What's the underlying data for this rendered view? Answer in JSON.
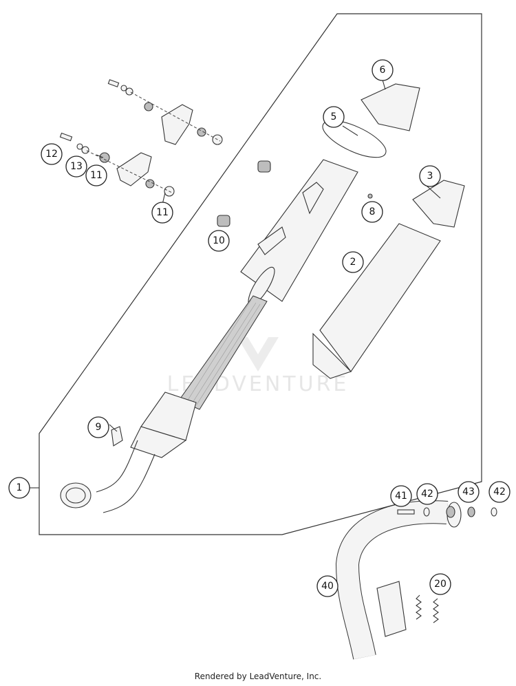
{
  "callouts": [
    {
      "id": "c1",
      "label": "1"
    },
    {
      "id": "c2",
      "label": "2"
    },
    {
      "id": "c3",
      "label": "3"
    },
    {
      "id": "c5",
      "label": "5"
    },
    {
      "id": "c6",
      "label": "6"
    },
    {
      "id": "c8",
      "label": "8"
    },
    {
      "id": "c9",
      "label": "9"
    },
    {
      "id": "c10",
      "label": "10"
    },
    {
      "id": "c11a",
      "label": "11"
    },
    {
      "id": "c11b",
      "label": "11"
    },
    {
      "id": "c12",
      "label": "12"
    },
    {
      "id": "c13",
      "label": "13"
    },
    {
      "id": "c20",
      "label": "20"
    },
    {
      "id": "c40",
      "label": "40"
    },
    {
      "id": "c41",
      "label": "41"
    },
    {
      "id": "c42a",
      "label": "42"
    },
    {
      "id": "c42b",
      "label": "42"
    },
    {
      "id": "c43",
      "label": "43"
    }
  ],
  "watermark": "LEADVENTURE",
  "footer": "Rendered by LeadVenture, Inc."
}
